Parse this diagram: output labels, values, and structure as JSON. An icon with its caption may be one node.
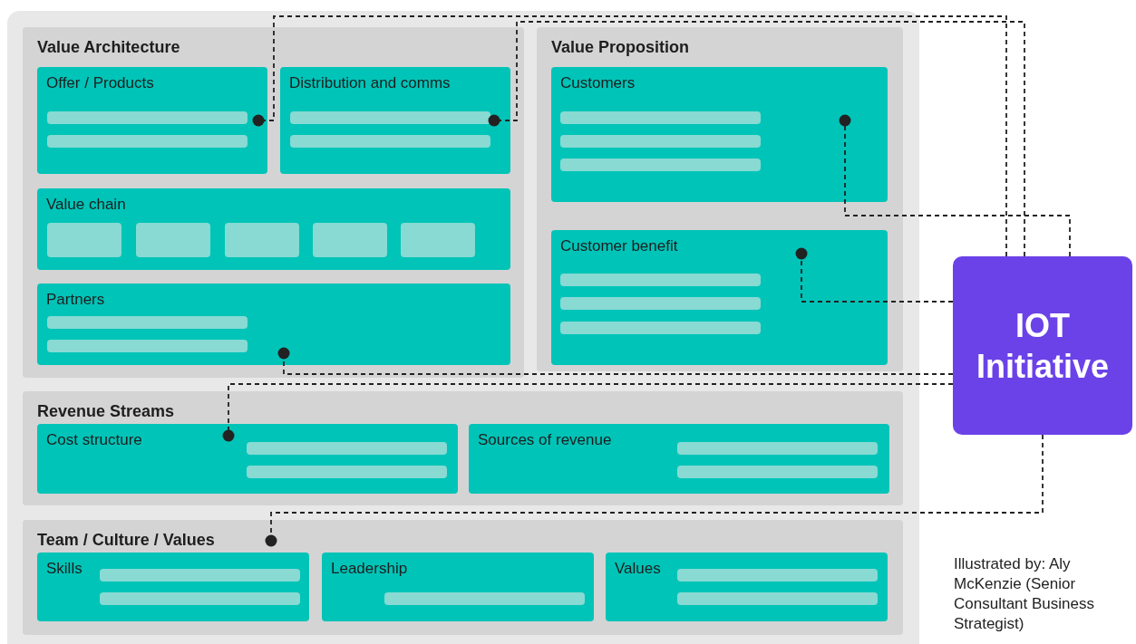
{
  "diagram": {
    "nodes": [
      {
        "text": [
          "Value Architecture"
        ]
      },
      {
        "text": [
          "Offer / Products"
        ],
        "in": 0
      },
      {
        "text": [
          "Distribution and comms"
        ],
        "in": 0
      },
      {
        "text": [
          "Value chain"
        ],
        "in": 0
      },
      {
        "text": [
          "Partners"
        ],
        "in": 0
      },
      {
        "text": [
          "Value Proposition"
        ]
      },
      {
        "text": [
          "Customers"
        ],
        "in": 5
      },
      {
        "text": [
          "Customer benefit"
        ],
        "in": 5
      },
      {
        "text": [
          "Revenue Streams"
        ]
      },
      {
        "text": [
          "Cost structure"
        ],
        "in": 8
      },
      {
        "text": [
          "Sources of revenue"
        ],
        "in": 8
      },
      {
        "text": [
          "Team / Culture / Values"
        ]
      },
      {
        "text": [
          "Skills"
        ],
        "in": 11
      },
      {
        "text": [
          "Leadership"
        ],
        "in": 11
      },
      {
        "text": [
          "Values"
        ],
        "in": 11
      },
      {
        "text": [
          "IOT Initiative"
        ]
      }
    ],
    "edges": [
      {
        "from": 15,
        "to": 6,
        "arrow": "other",
        "style": "dashed"
      },
      {
        "from": 15,
        "to": 7,
        "arrow": "other",
        "style": "dashed"
      },
      {
        "from": 15,
        "to": 2,
        "arrow": "other",
        "style": "dashed"
      },
      {
        "from": 15,
        "to": 1,
        "arrow": "other",
        "style": "dashed"
      },
      {
        "from": 15,
        "to": 4,
        "arrow": "other",
        "style": "dashed"
      },
      {
        "from": 15,
        "to": 9,
        "arrow": "other",
        "style": "dashed"
      },
      {
        "from": 15,
        "to": 11,
        "arrow": "other",
        "style": "dashed"
      }
    ],
    "labels": [
      "Illustrated by: Aly McKenzie (Senior Consultant Business Strategist)"
    ]
  }
}
